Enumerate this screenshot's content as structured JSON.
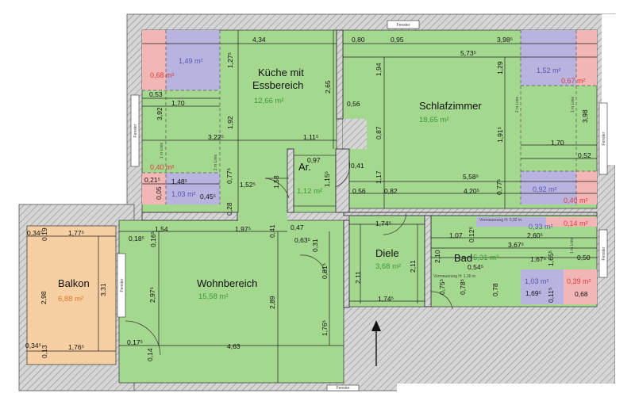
{
  "colors": {
    "floor": "#a4d88e",
    "balcony": "#f6cfa3",
    "wall": "#d2d2d2",
    "purple": "#b9b3e0",
    "red_zone": "#f3b6b6",
    "red_text": "#e03a3a",
    "purple_text": "#5656b0",
    "green_text": "#3a9a3a"
  },
  "rooms": [
    {
      "id": "kueche",
      "name_lines": [
        "Küche mit",
        "Essbereich"
      ],
      "area": "12,66 m²"
    },
    {
      "id": "schlafzimmer",
      "name_lines": [
        "Schlafzimmer"
      ],
      "area": "18,65 m²"
    },
    {
      "id": "abstellraum",
      "name_lines": [
        "Ar."
      ],
      "area": "1,12 m²"
    },
    {
      "id": "diele",
      "name_lines": [
        "Diele"
      ],
      "area": "3,68 m²"
    },
    {
      "id": "bad",
      "name_lines": [
        "Bad"
      ],
      "area": "5,31 m²"
    },
    {
      "id": "wohnbereich",
      "name_lines": [
        "Wohnbereich"
      ],
      "area": "15,58 m²"
    },
    {
      "id": "balkon",
      "name_lines": [
        "Balkon"
      ],
      "area": "6,88 m²"
    }
  ],
  "sub_areas": [
    {
      "id": "kueche-tl-purple",
      "text": "1,49 m²",
      "tone": "purple"
    },
    {
      "id": "kueche-tl-red",
      "text": "0,68 m²",
      "tone": "red"
    },
    {
      "id": "kueche-bl-red",
      "text": "0,40 m²",
      "tone": "red"
    },
    {
      "id": "kueche-bl-purple",
      "text": "1,03 m²",
      "tone": "purple"
    },
    {
      "id": "schlaf-tr-purple",
      "text": "1,52 m²",
      "tone": "purple"
    },
    {
      "id": "schlaf-tr-red",
      "text": "0,67 m²",
      "tone": "red"
    },
    {
      "id": "schlaf-br-purple",
      "text": "0,92 m²",
      "tone": "purple"
    },
    {
      "id": "schlaf-br-red",
      "text": "0,40 m²",
      "tone": "red"
    },
    {
      "id": "bad-top-purple",
      "text": "0,33 m²",
      "tone": "purple"
    },
    {
      "id": "bad-top-red",
      "text": "0,14 m²",
      "tone": "red"
    },
    {
      "id": "bad-br-purple",
      "text": "1,03 m²",
      "tone": "purple"
    },
    {
      "id": "bad-br-red",
      "text": "0,39 m²",
      "tone": "red"
    }
  ],
  "dimensions": [
    "4,34",
    "0,80",
    "0,95",
    "3,98⁵",
    "5,73⁵",
    "1,27⁵",
    "1,94",
    "1,29",
    "2,65",
    "0,53",
    "1,70",
    "0,56",
    "3,92",
    "1,92",
    "3,22⁵",
    "1,11⁵",
    "1,91⁵",
    "3,98",
    "1,70",
    "0,52",
    "0,97",
    "0,41",
    "0,87",
    "0,21⁵",
    "1,48⁵",
    "0,77⁵",
    "1,52⁵",
    "1,58",
    "1,15⁵",
    "1,17",
    "5,58⁵",
    "0,05",
    "0,45⁵",
    "0,28",
    "0,56",
    "0,82",
    "4,20⁵",
    "0,77⁵",
    "0,34⁵",
    "1,77⁵",
    "0,19",
    "0,18⁵",
    "1,54",
    "0,16⁵",
    "1,97⁵",
    "0,41",
    "0,47",
    "0,63⁵",
    "0,31",
    "1,74⁵",
    "1,07",
    "0,12⁵",
    "2,60⁵",
    "3,67⁵",
    "1,67⁵",
    "1,65⁵",
    "0,50",
    "2,10",
    "0,54⁵",
    "2,98",
    "3,31",
    "2,97⁵",
    "0,81⁵",
    "2,11",
    "2,11",
    "0,75⁵",
    "0,78⁵",
    "0,78",
    "1,69⁵",
    "0,11⁵",
    "0,68",
    "2,89",
    "1,76⁵",
    "1,74⁵",
    "0,34⁵",
    "1,76⁵",
    "0,17⁵",
    "0,13",
    "0,14",
    "4,63"
  ],
  "labels": {
    "fenster": "Fenster",
    "vorwand_top": "Vormauerung H: 0,92 m",
    "vorwand_bad": "Vormauerung H: 1,30 m",
    "line_2m": "2 m Linie",
    "line_1m": "1 m Linie"
  }
}
